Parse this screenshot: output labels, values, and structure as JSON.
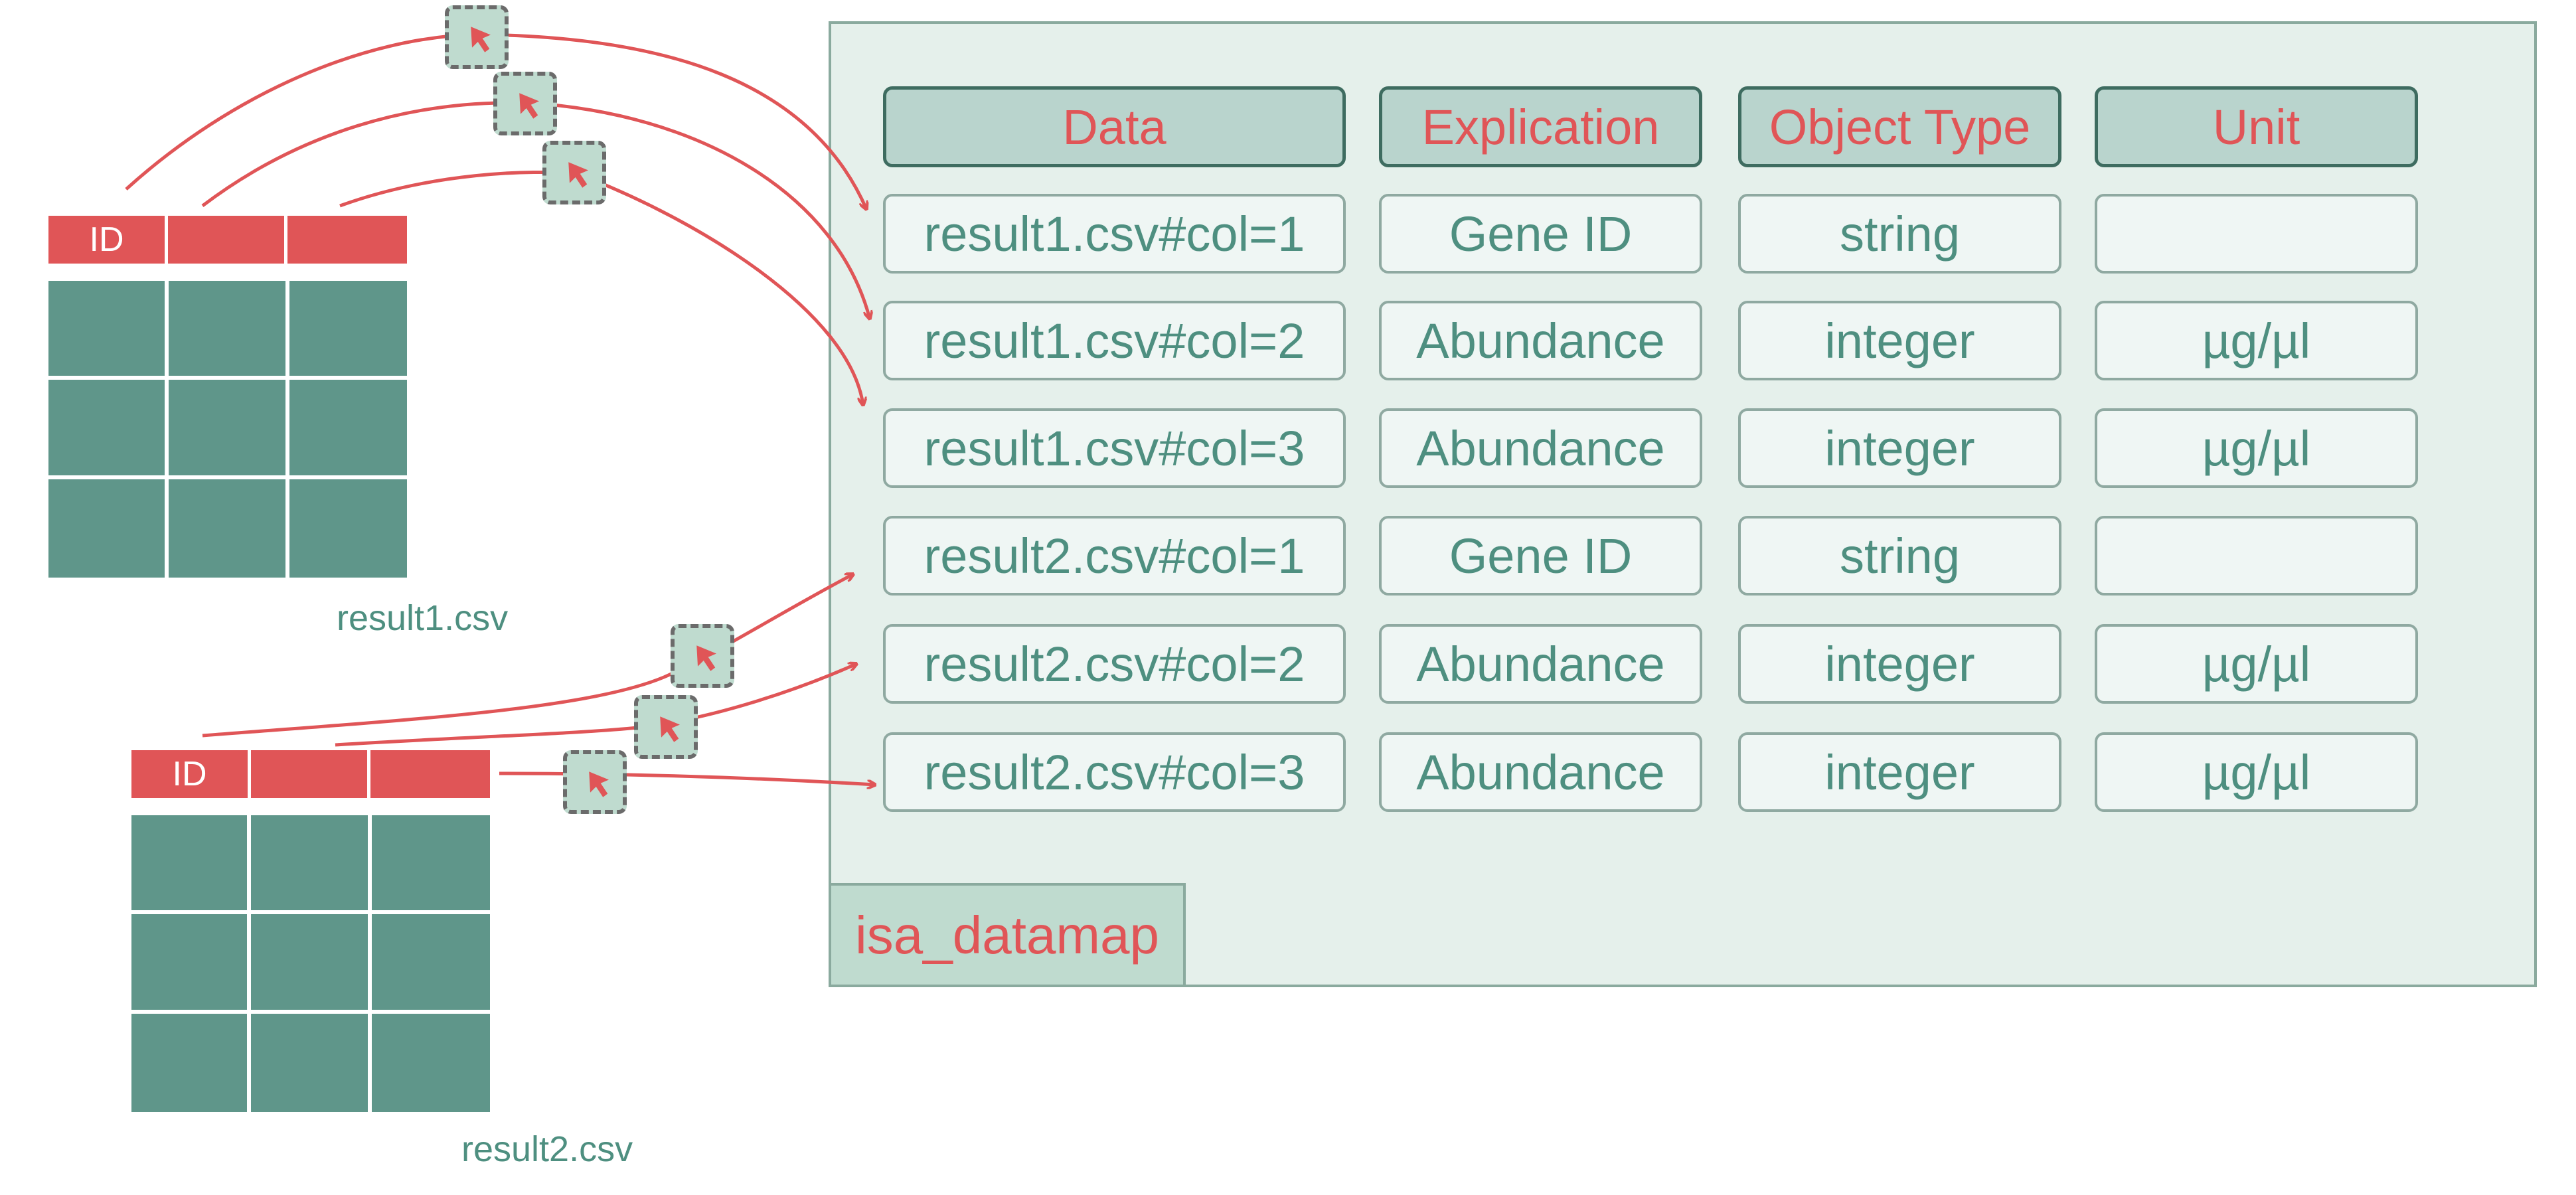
{
  "datamap": {
    "name": "isa_datamap",
    "columns": [
      "Data",
      "Explication",
      "Object Type",
      "Unit"
    ],
    "rows": [
      [
        "result1.csv#col=1",
        "Gene ID",
        "string",
        ""
      ],
      [
        "result1.csv#col=2",
        "Abundance",
        "integer",
        "µg/µl"
      ],
      [
        "result1.csv#col=3",
        "Abundance",
        "integer",
        "µg/µl"
      ],
      [
        "result2.csv#col=1",
        "Gene ID",
        "string",
        ""
      ],
      [
        "result2.csv#col=2",
        "Abundance",
        "integer",
        "µg/µl"
      ],
      [
        "result2.csv#col=3",
        "Abundance",
        "integer",
        "µg/µl"
      ]
    ]
  },
  "files": [
    {
      "name": "result1.csv",
      "header_first": "ID"
    },
    {
      "name": "result2.csv",
      "header_first": "ID"
    }
  ],
  "icons": {
    "drag": "cursor-arrow-icon"
  },
  "colors": {
    "accent": "#e05557",
    "table_fill": "#5f968a",
    "panel_bg": "#e5f0eb",
    "header_bg": "#b9d4cd",
    "text_teal": "#4e8f80"
  }
}
